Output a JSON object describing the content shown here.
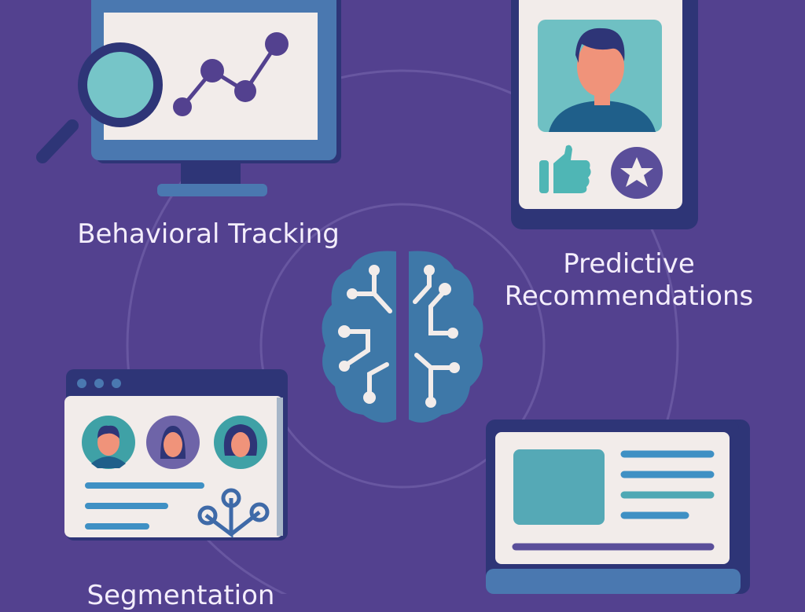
{
  "colors": {
    "background": "#53418f",
    "panel_dark": "#2e3577",
    "panel_blue": "#4a78b0",
    "screen": "#f2ecea",
    "teal": "#5fbcc0",
    "purple_dot": "#53418f",
    "brain": "#3e78a8",
    "text": "#f4eefc"
  },
  "center": {
    "icon": "brain-circuit-icon"
  },
  "quadrants": [
    {
      "id": "behavioral-tracking",
      "label": "Behavioral Tracking",
      "icon": "monitor-chart-magnifier-icon"
    },
    {
      "id": "predictive-recommendations",
      "label_line1": "Predictive",
      "label_line2": "Recommendations",
      "icon": "phone-profile-icon"
    },
    {
      "id": "segmentation",
      "label": "Segmentation",
      "icon": "browser-user-segments-icon"
    },
    {
      "id": "personalized-content",
      "icon": "monitor-content-layout-icon"
    }
  ]
}
